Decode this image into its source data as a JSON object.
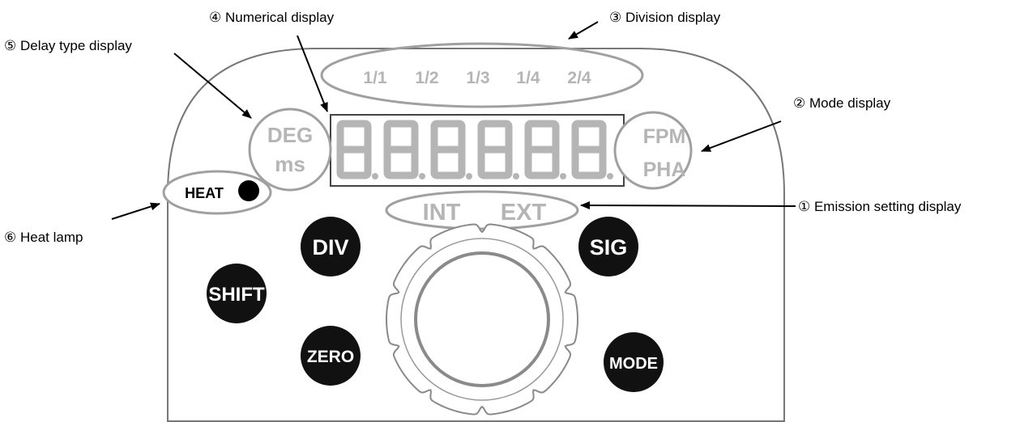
{
  "labels": {
    "numerical": "④ Numerical display",
    "division": "③ Division display",
    "delay_type": "⑤ Delay type display",
    "mode": "② Mode display",
    "emission": "① Emission setting display",
    "heat_lamp": "⑥ Heat lamp"
  },
  "division_values": [
    "1/1",
    "1/2",
    "1/3",
    "1/4",
    "2/4"
  ],
  "delay_type": {
    "top": "DEG",
    "bottom": "ms"
  },
  "mode_display": {
    "top": "FPM",
    "bottom": "PHA"
  },
  "emission": {
    "int": "INT",
    "ext": "EXT"
  },
  "heat": {
    "label": "HEAT"
  },
  "buttons": {
    "div": "DIV",
    "sig": "SIG",
    "shift": "SHIFT",
    "zero": "ZERO",
    "mode": "MODE"
  },
  "segment_digits": 6,
  "colors": {
    "indicator_grey": "#b5b5b5",
    "outline_grey": "#a0a0a0",
    "button_black": "#111111"
  }
}
